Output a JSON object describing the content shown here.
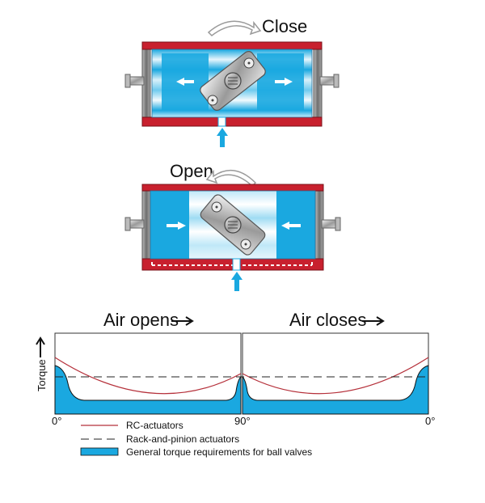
{
  "top_diagram": {
    "label": "Close"
  },
  "middle_diagram": {
    "label": "Open"
  },
  "chart": {
    "left_title": "Air opens",
    "right_title": "Air closes",
    "y_axis_label": "Torque",
    "x_ticks": [
      "0°",
      "90°",
      "0°"
    ]
  },
  "legend": {
    "items": [
      {
        "label": "RC-actuators",
        "style": "solid-red"
      },
      {
        "label": "Rack-and-pinion actuators",
        "style": "dashed-black"
      },
      {
        "label": "General torque requirements for ball valves",
        "style": "cyan-fill"
      }
    ]
  },
  "colors": {
    "cylinder_red": "#c8202e",
    "air_blue": "#1aa8e0",
    "curve_red": "#b5303a",
    "dashed_black": "#222222"
  }
}
